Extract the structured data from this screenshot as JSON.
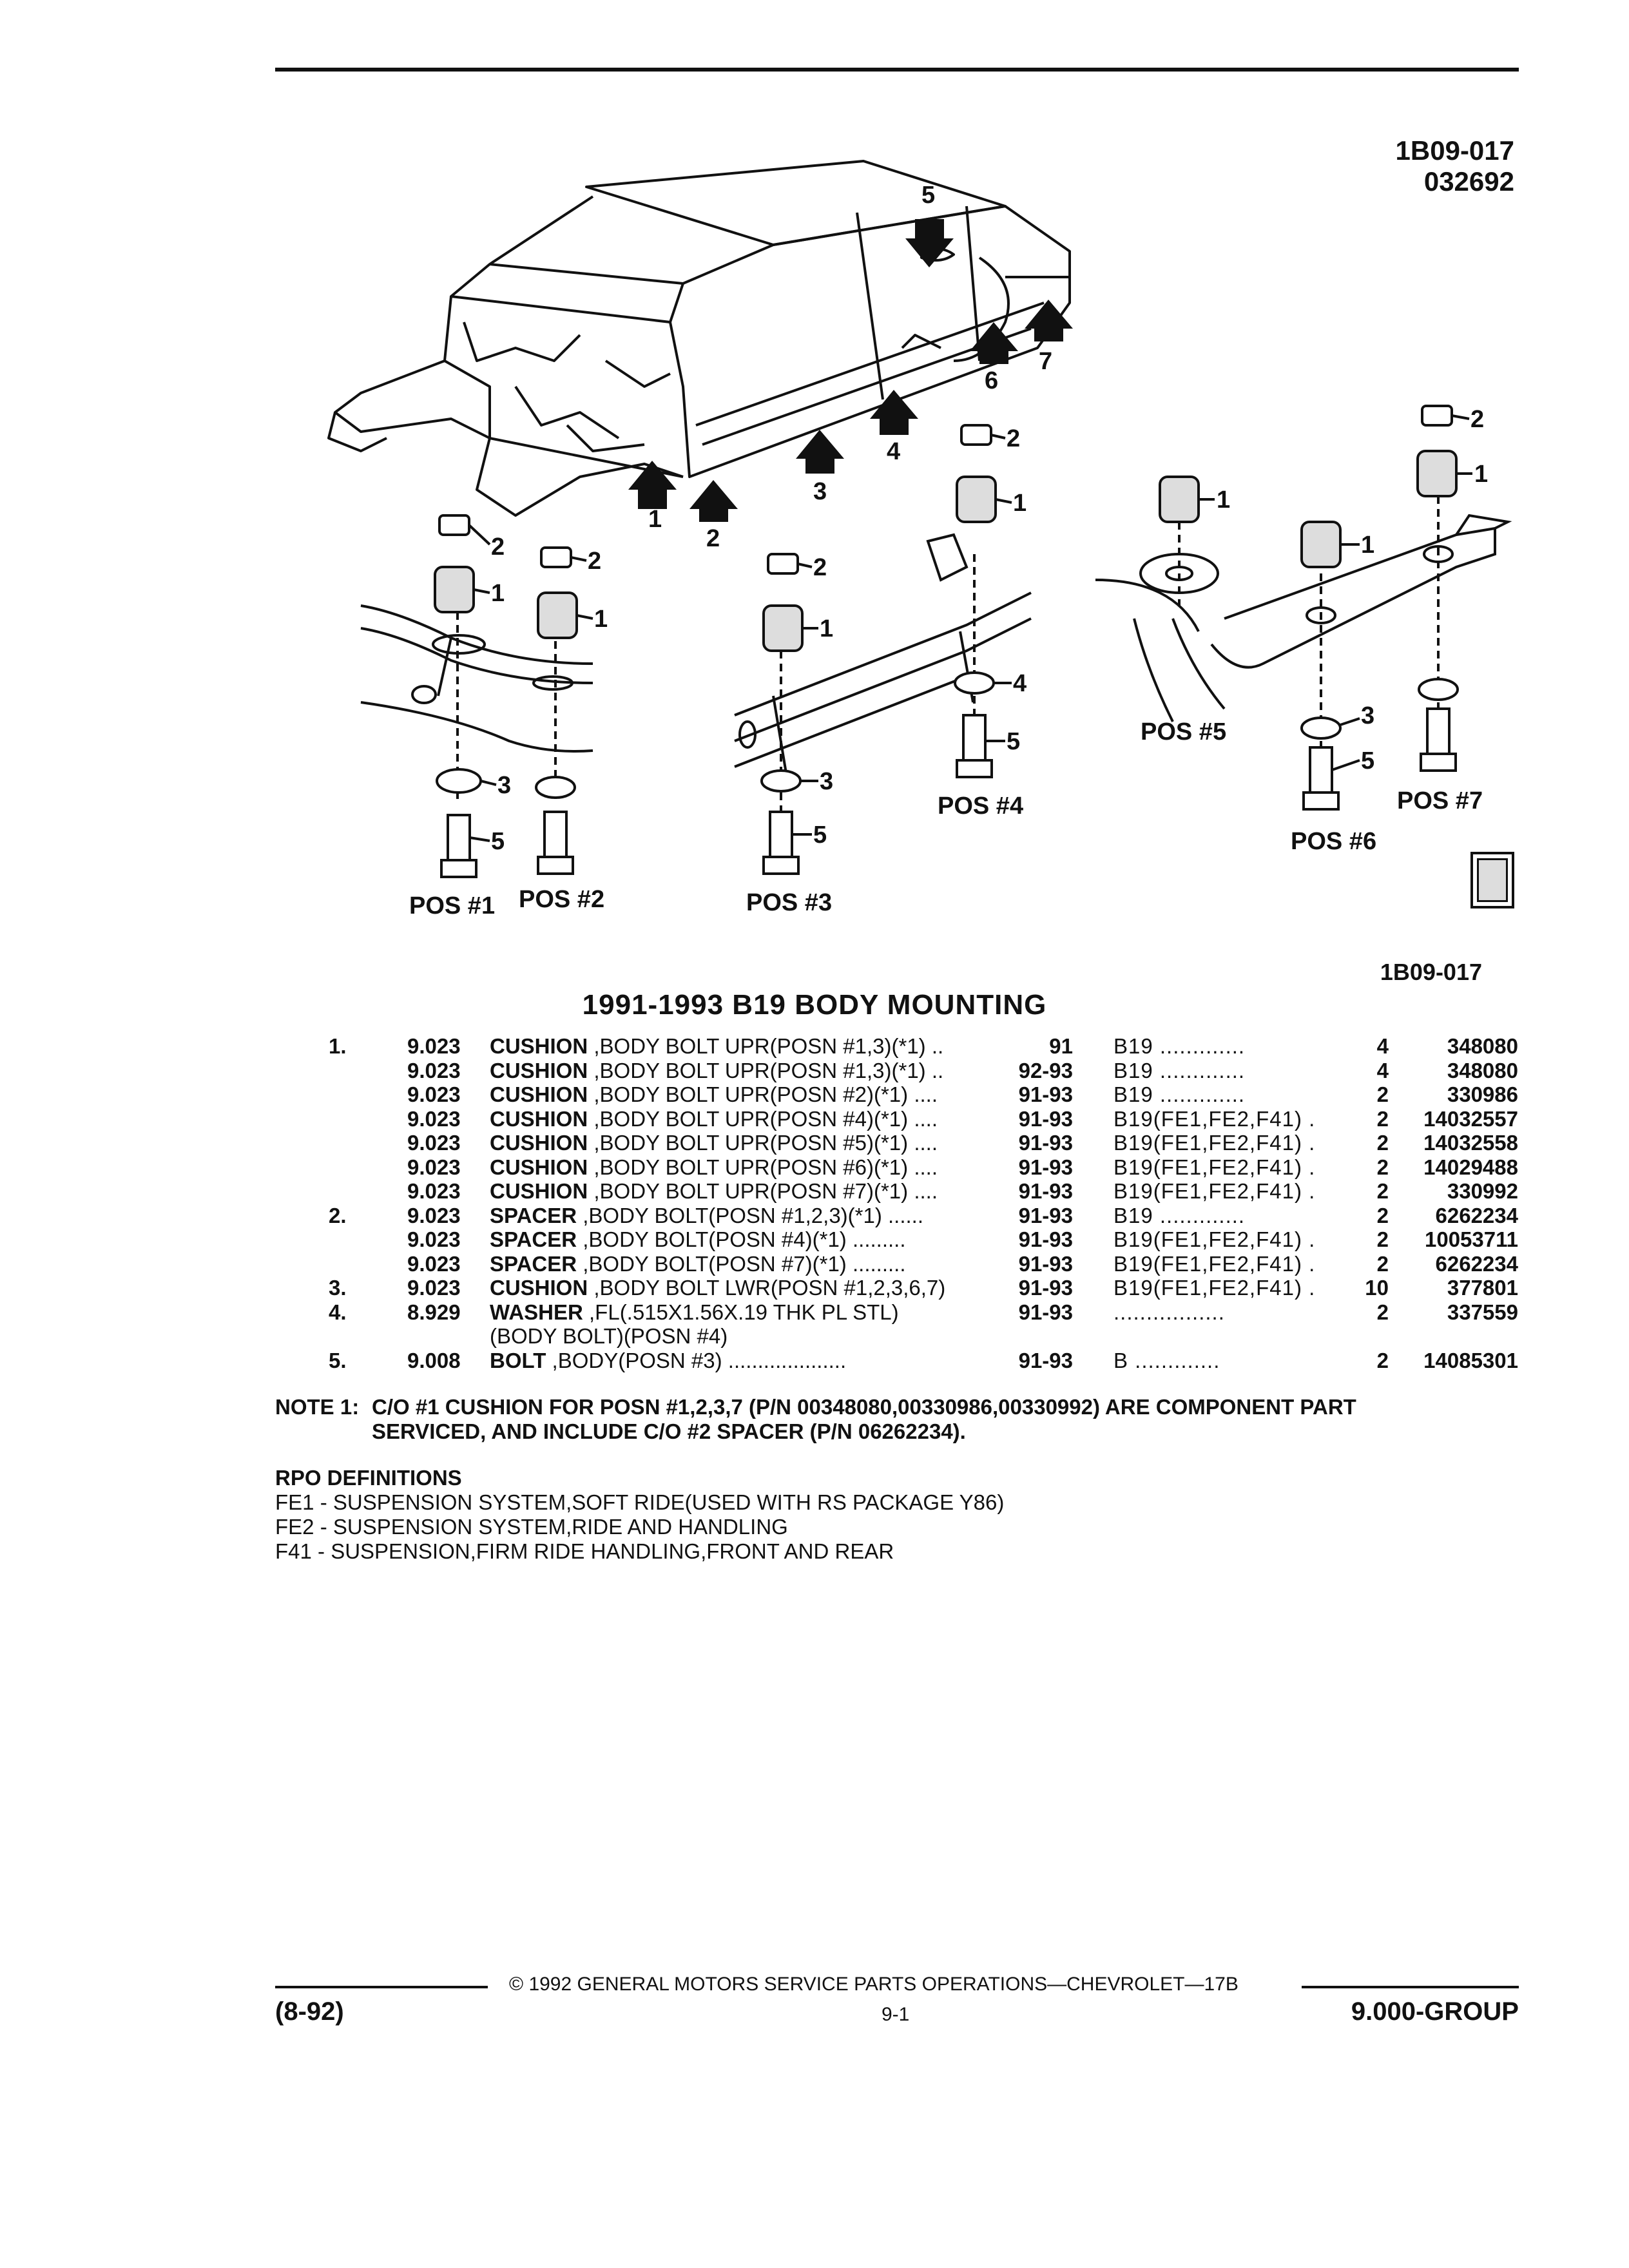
{
  "header": {
    "figure_id": "1B09-017",
    "figure_date": "032692"
  },
  "diagram": {
    "figure_ref": "1B09-017",
    "position_labels": [
      "POS #1",
      "POS #2",
      "POS #3",
      "POS #4",
      "POS #5",
      "POS #6",
      "POS #7"
    ],
    "callouts": [
      "1",
      "2",
      "3",
      "4",
      "5",
      "6",
      "7"
    ],
    "icons": [
      "car-body-illustration",
      "cushion-icon",
      "spacer-icon",
      "washer-icon",
      "bolt-icon",
      "gm-spo-logo"
    ]
  },
  "section_title": "1991-1993 B19 BODY MOUNTING",
  "parts": [
    {
      "item": "1.",
      "group": "9.023",
      "name": "CUSHION",
      "desc": " ,BODY BOLT UPR(POSN #1,3)(*1)",
      "leader": " ..",
      "years": "91",
      "model": "B19 .............",
      "qty": "4",
      "part": "348080"
    },
    {
      "item": "",
      "group": "9.023",
      "name": "CUSHION",
      "desc": " ,BODY BOLT UPR(POSN #1,3)(*1)",
      "leader": " ..",
      "years": "92-93",
      "model": "B19 .............",
      "qty": "4",
      "part": "348080"
    },
    {
      "item": "",
      "group": "9.023",
      "name": "CUSHION",
      "desc": " ,BODY BOLT UPR(POSN #2)(*1)",
      "leader": " ....",
      "years": "91-93",
      "model": "B19 .............",
      "qty": "2",
      "part": "330986"
    },
    {
      "item": "",
      "group": "9.023",
      "name": "CUSHION",
      "desc": " ,BODY BOLT UPR(POSN #4)(*1)",
      "leader": " ....",
      "years": "91-93",
      "model": "B19(FE1,FE2,F41) .",
      "qty": "2",
      "part": "14032557"
    },
    {
      "item": "",
      "group": "9.023",
      "name": "CUSHION",
      "desc": " ,BODY BOLT UPR(POSN #5)(*1)",
      "leader": " ....",
      "years": "91-93",
      "model": "B19(FE1,FE2,F41) .",
      "qty": "2",
      "part": "14032558"
    },
    {
      "item": "",
      "group": "9.023",
      "name": "CUSHION",
      "desc": " ,BODY BOLT UPR(POSN #6)(*1)",
      "leader": " ....",
      "years": "91-93",
      "model": "B19(FE1,FE2,F41) .",
      "qty": "2",
      "part": "14029488"
    },
    {
      "item": "",
      "group": "9.023",
      "name": "CUSHION",
      "desc": " ,BODY BOLT UPR(POSN #7)(*1)",
      "leader": " ....",
      "years": "91-93",
      "model": "B19(FE1,FE2,F41) .",
      "qty": "2",
      "part": "330992"
    },
    {
      "item": "2.",
      "group": "9.023",
      "name": "SPACER",
      "desc": " ,BODY BOLT(POSN #1,2,3)(*1)",
      "leader": " ......",
      "years": "91-93",
      "model": "B19 .............",
      "qty": "2",
      "part": "6262234"
    },
    {
      "item": "",
      "group": "9.023",
      "name": "SPACER",
      "desc": " ,BODY BOLT(POSN #4)(*1)",
      "leader": " .........",
      "years": "91-93",
      "model": "B19(FE1,FE2,F41) .",
      "qty": "2",
      "part": "10053711"
    },
    {
      "item": "",
      "group": "9.023",
      "name": "SPACER",
      "desc": " ,BODY BOLT(POSN #7)(*1)",
      "leader": " .........",
      "years": "91-93",
      "model": "B19(FE1,FE2,F41) .",
      "qty": "2",
      "part": "6262234"
    },
    {
      "item": "3.",
      "group": "9.023",
      "name": "CUSHION",
      "desc": " ,BODY BOLT LWR(POSN #1,2,3,6,7)",
      "leader": "",
      "years": "91-93",
      "model": "B19(FE1,FE2,F41) .",
      "qty": "10",
      "part": "377801"
    },
    {
      "item": "4.",
      "group": "8.929",
      "name": "WASHER",
      "desc": " ,FL(.515X1.56X.19 THK PL STL)",
      "leader": "",
      "years": "91-93",
      "model": ".................",
      "qty": "2",
      "part": "337559"
    },
    {
      "item": "",
      "group": "",
      "name": "",
      "desc": "(BODY BOLT)(POSN #4)",
      "leader": "",
      "years": "",
      "model": "",
      "qty": "",
      "part": ""
    },
    {
      "item": "5.",
      "group": "9.008",
      "name": "BOLT",
      "desc": " ,BODY(POSN #3)",
      "leader": " ....................",
      "years": "91-93",
      "model": "B .............",
      "qty": "2",
      "part": "14085301"
    }
  ],
  "note": {
    "label": "NOTE  1:",
    "line1": "C/O #1 CUSHION FOR POSN #1,2,3,7 (P/N 00348080,00330986,00330992) ARE COMPONENT PART",
    "line2": "SERVICED, AND INCLUDE C/O #2 SPACER (P/N 06262234)."
  },
  "rpo": {
    "title": "RPO DEFINITIONS",
    "items": [
      "FE1 - SUSPENSION SYSTEM,SOFT RIDE(USED WITH RS PACKAGE Y86)",
      "FE2 - SUSPENSION SYSTEM,RIDE AND HANDLING",
      "F41 - SUSPENSION,FIRM RIDE HANDLING,FRONT AND REAR"
    ]
  },
  "footer": {
    "copyright": "© 1992  GENERAL MOTORS SERVICE PARTS OPERATIONS—CHEVROLET—17B",
    "revision": "(8-92)",
    "page": "9-1",
    "group": "9.000-GROUP"
  }
}
